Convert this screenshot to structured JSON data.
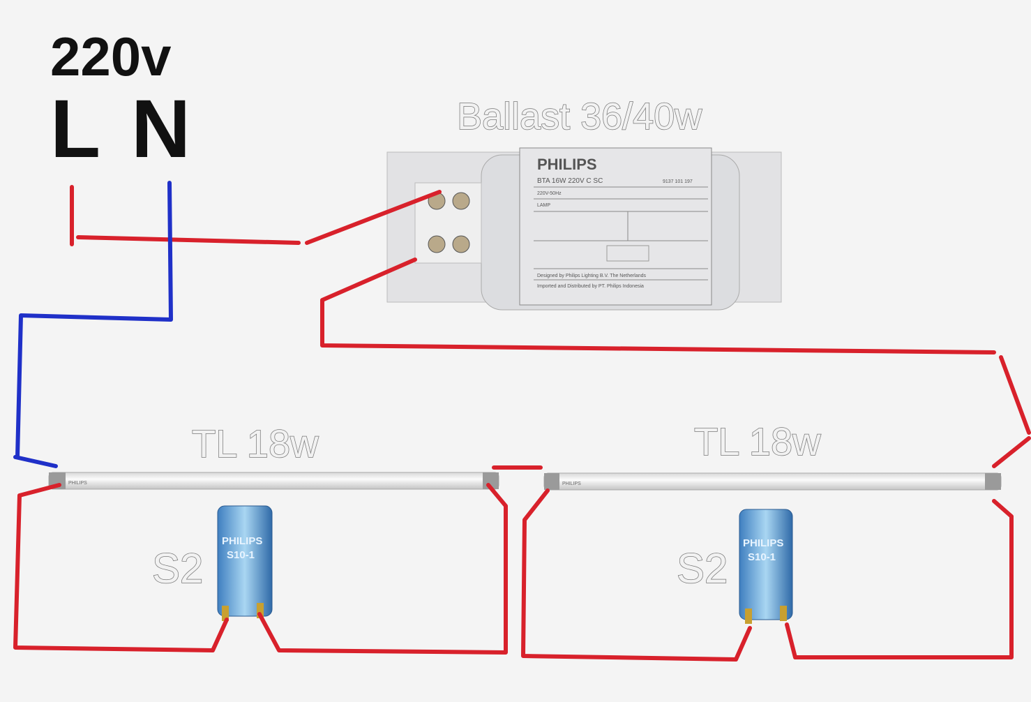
{
  "supply": {
    "voltage": "220v",
    "line": "L",
    "neutral": "N"
  },
  "ballast": {
    "title": "Ballast 36/40w",
    "brand": "PHILIPS",
    "model": "BTA 16W 220V C SC",
    "code": "9137 101 197",
    "rows": [
      "220V-50Hz",
      "LAMP",
      "Designed by Philips Lighting B.V. The Netherlands",
      "Imported and Distributed by PT. Philips Indonesia"
    ]
  },
  "lamps": [
    {
      "label": "TL 18w",
      "brand": "PHILIPS"
    },
    {
      "label": "TL 18w",
      "brand": "PHILIPS"
    }
  ],
  "starters": [
    {
      "label": "S2",
      "brand": "PHILIPS",
      "model": "S10-1"
    },
    {
      "label": "S2",
      "brand": "PHILIPS",
      "model": "S10-1"
    }
  ],
  "colors": {
    "line_wire": "#d8212b",
    "neutral_wire": "#1f30c8",
    "background": "#f4f4f4"
  }
}
